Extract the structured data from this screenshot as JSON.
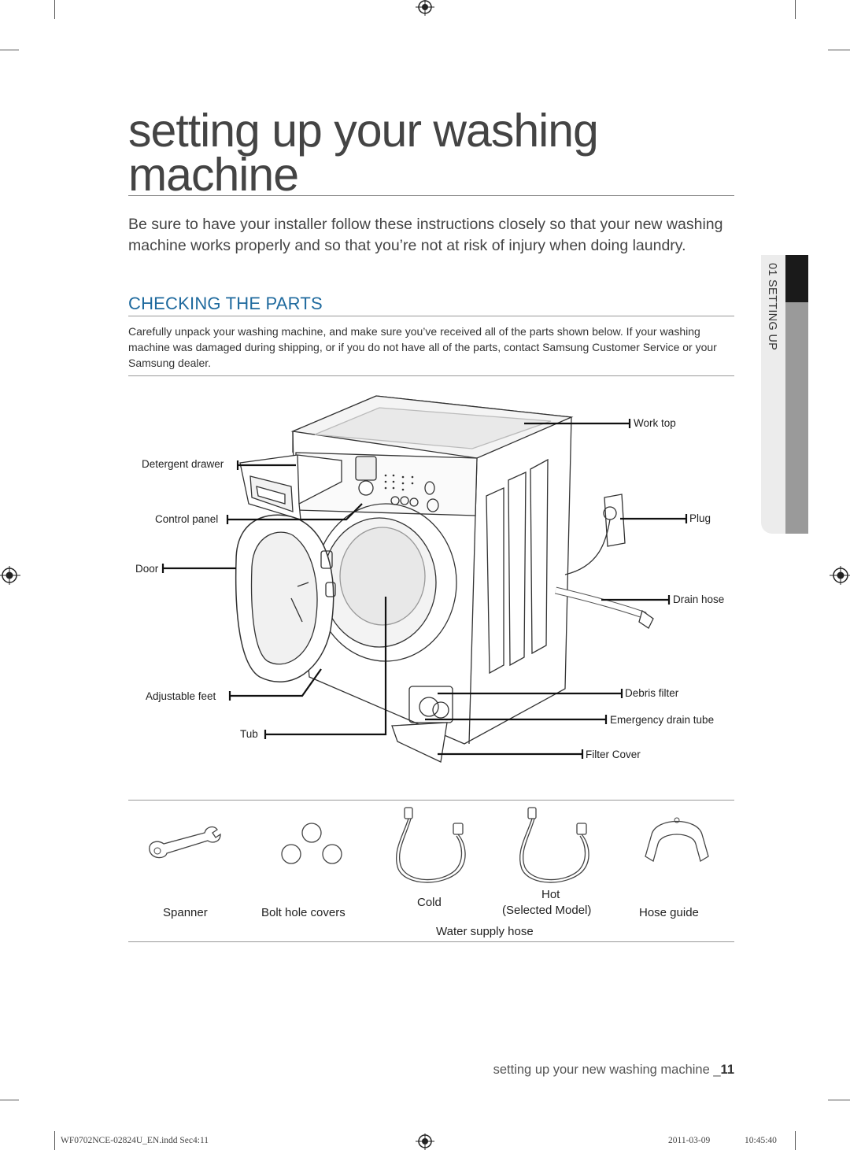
{
  "page": {
    "title": "setting up your washing machine",
    "intro": "Be sure to have your installer follow these instructions closely so that your new washing machine works properly and so that you’re not at risk of injury when doing laundry.",
    "section_heading": "CHECKING THE PARTS",
    "section_body": "Carefully unpack your washing machine, and make sure you’ve received all of the parts shown below. If your washing machine was damaged during shipping, or if you do not have all of the parts, contact Samsung Customer Service or your Samsung dealer.",
    "side_tab": "01 SETTING UP",
    "accent_color": "#1f6a9e"
  },
  "diagram_labels": {
    "work_top": "Work top",
    "detergent_drawer": "Detergent drawer",
    "control_panel": "Control panel",
    "plug": "Plug",
    "door": "Door",
    "drain_hose": "Drain hose",
    "adjustable_feet": "Adjustable feet",
    "debris_filter": "Debris filter",
    "emergency_drain_tube": "Emergency drain tube",
    "tub": "Tub",
    "filter_cover": "Filter Cover"
  },
  "accessories": {
    "spanner": "Spanner",
    "bolt_hole_covers": "Bolt hole covers",
    "cold": "Cold",
    "hot": "Hot",
    "selected_model": "(Selected Model)",
    "hose_guide": "Hose guide",
    "water_supply_hose": "Water supply hose"
  },
  "footer": {
    "text": "setting up your new washing machine _",
    "page_number": "11"
  },
  "slug": {
    "file": "WF0702NCE-02824U_EN.indd   Sec4:11",
    "date": "2011-03-09",
    "time": "10:45:40"
  }
}
